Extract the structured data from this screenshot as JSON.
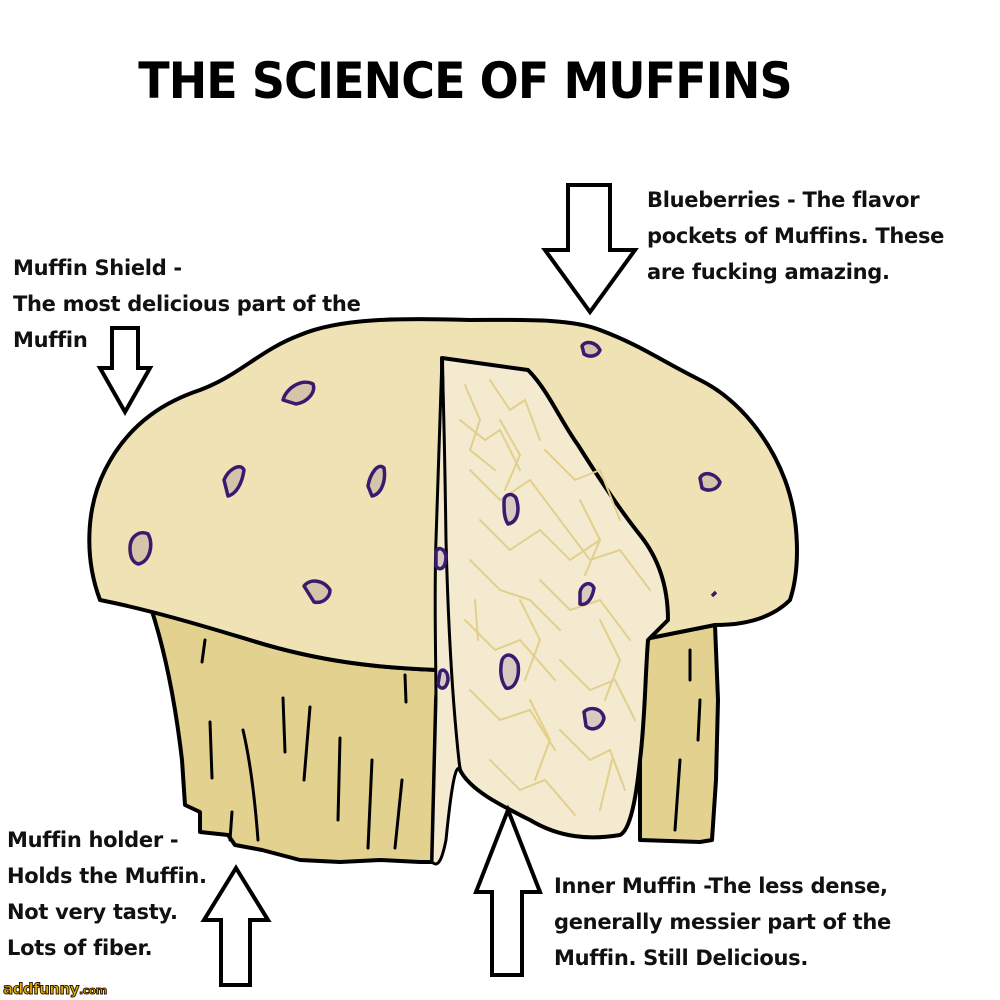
{
  "title": "THE SCIENCE OF MUFFINS",
  "colors": {
    "background": "#ffffff",
    "muffin_top": "#efe2b5",
    "muffin_holder": "#e3d18f",
    "inner_muffin": "#f3ead0",
    "inner_texture": "#e6d49a",
    "blueberry": "#3a1a6e",
    "outline": "#000000",
    "watermark": "#f2b600"
  },
  "annotations": {
    "shield": {
      "lines": [
        "Muffin Shield -",
        "The most delicious part of the",
        "Muffin"
      ],
      "arrow_direction": "down",
      "target": "muffin top"
    },
    "blueberries": {
      "lines": [
        "Blueberries - The flavor",
        "pockets of Muffins. These",
        "are fucking amazing."
      ],
      "arrow_direction": "down",
      "target": "blueberry"
    },
    "holder": {
      "lines": [
        "Muffin holder -",
        "Holds the Muffin.",
        "Not very tasty.",
        "Lots of fiber."
      ],
      "arrow_direction": "up",
      "target": "muffin wrapper"
    },
    "inner": {
      "lines": [
        "Inner Muffin -The less dense,",
        "generally messier part of the",
        "Muffin. Still Delicious."
      ],
      "arrow_direction": "up",
      "target": "inner muffin"
    }
  },
  "watermark": {
    "name": "addfunny",
    "tld": ".com"
  }
}
